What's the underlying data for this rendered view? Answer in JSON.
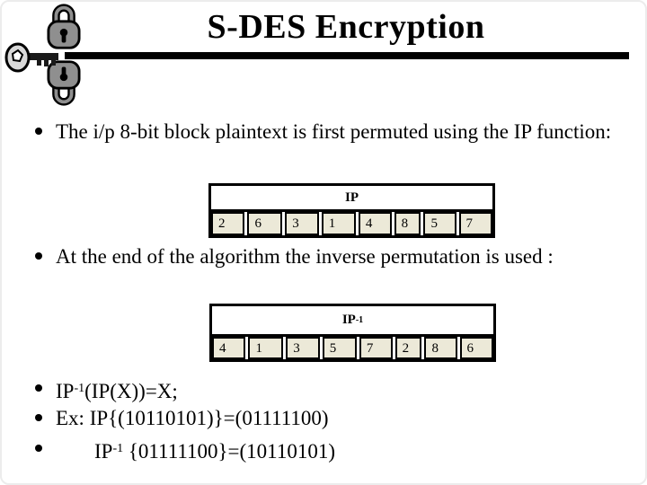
{
  "colors": {
    "text": "#000000",
    "rule": "#000000",
    "lock_gray": "#8f8f8f",
    "key_gray": "#d8d8d8",
    "table_cell_beige": "#ece9d8",
    "table_border": "#000000"
  },
  "icons": {
    "padlock_top": "padlock-icon",
    "padlock_bottom": "padlock-icon-flipped",
    "key": "key-icon"
  },
  "title": "S-DES Encryption",
  "bullets": {
    "b1": "The i/p 8-bit block plaintext is first permuted using the IP function:",
    "b2": "At the end of the algorithm the inverse permutation is used :"
  },
  "formulas": [
    {
      "base": "IP",
      "sup": "-1",
      "rest": "(IP(X))=X;"
    },
    {
      "text": "Ex: IP{(10110101)}=(01111100)"
    },
    {
      "base": "IP",
      "sup": "-1",
      "rest": " {01111100}=(10110101)"
    }
  ],
  "tables": {
    "ip": {
      "title": "IP",
      "cells": [
        "2",
        "6",
        "3",
        "1",
        "4",
        "8",
        "5",
        "7"
      ]
    },
    "ip_inv": {
      "title_base": "IP",
      "title_sup": "-1",
      "cells": [
        "4",
        "1",
        "3",
        "5",
        "7",
        "2",
        "8",
        "6"
      ]
    }
  }
}
